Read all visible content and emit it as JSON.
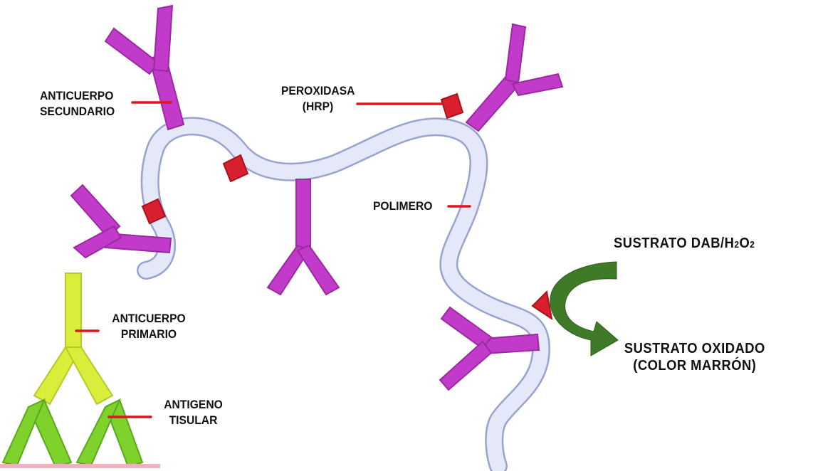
{
  "labels": {
    "secondary_antibody": [
      "ANTICUERPO",
      "SECUNDARIO"
    ],
    "peroxidase": [
      "PEROXIDASA",
      "(HRP)"
    ],
    "polymer": "POLIMERO",
    "substrate_prefix": "SUSTRATO DAB/H",
    "substrate_h_sub": "2",
    "substrate_o": "O",
    "substrate_o_sub": "2",
    "oxidized_substrate": [
      "SUSTRATO OXIDADO",
      "(COLOR MARRÓN)"
    ],
    "primary_antibody": [
      "ANTICUERPO",
      "PRIMARIO"
    ],
    "tissue_antigen": [
      "ANTIGENO",
      "TISULAR"
    ]
  },
  "colors": {
    "secondary_antibody": "#c23ac9",
    "hrp": "#d81f2e",
    "polymer_fill": "#e4e8f8",
    "polymer_stroke": "#9aa2cf",
    "primary_antibody": "#d9ee3a",
    "tissue_antigen": "#7fd12b",
    "leader_line": "#e0141e",
    "reaction_arrow": "#3f7a28"
  }
}
